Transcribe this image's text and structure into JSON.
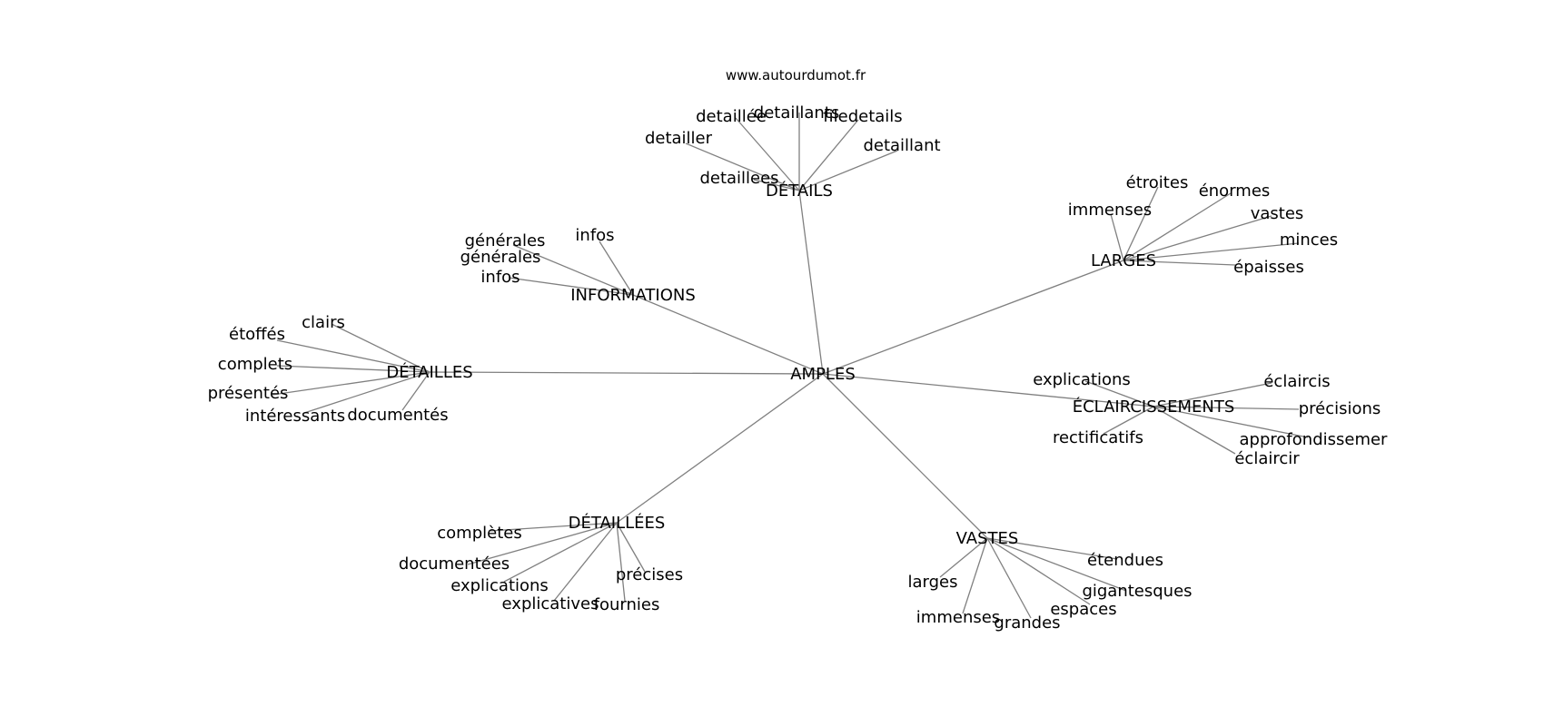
{
  "source": "www.autourdumot.fr",
  "center": "AMPLES",
  "clusters": [
    {
      "label": "DÉTAILS",
      "words": [
        "detaillée",
        "detaillants",
        "filedetails",
        "detailler",
        "detaillant",
        "detaillees"
      ]
    },
    {
      "label": "INFORMATIONS",
      "words": [
        "générales",
        "infos",
        "générales infos"
      ]
    },
    {
      "label": "DÉTAILLES",
      "words": [
        "clairs",
        "étoffés",
        "complets",
        "présentés",
        "intéressants",
        "documentés"
      ]
    },
    {
      "label": "LARGES",
      "words": [
        "étroites",
        "énormes",
        "immenses",
        "vastes",
        "minces",
        "épaisses"
      ]
    },
    {
      "label": "ÉCLAIRCISSEMENTS",
      "words": [
        "explications",
        "éclaircis",
        "précisions",
        "rectificatifs",
        "approfondissemer",
        "éclaircir"
      ]
    },
    {
      "label": "DÉTAILLÉES",
      "words": [
        "complètes",
        "documentées",
        "explications",
        "explicatives",
        "précises",
        "fournies"
      ]
    },
    {
      "label": "VASTES",
      "words": [
        "étendues",
        "larges",
        "gigantesques",
        "immenses",
        "espaces",
        "grandes"
      ]
    }
  ]
}
